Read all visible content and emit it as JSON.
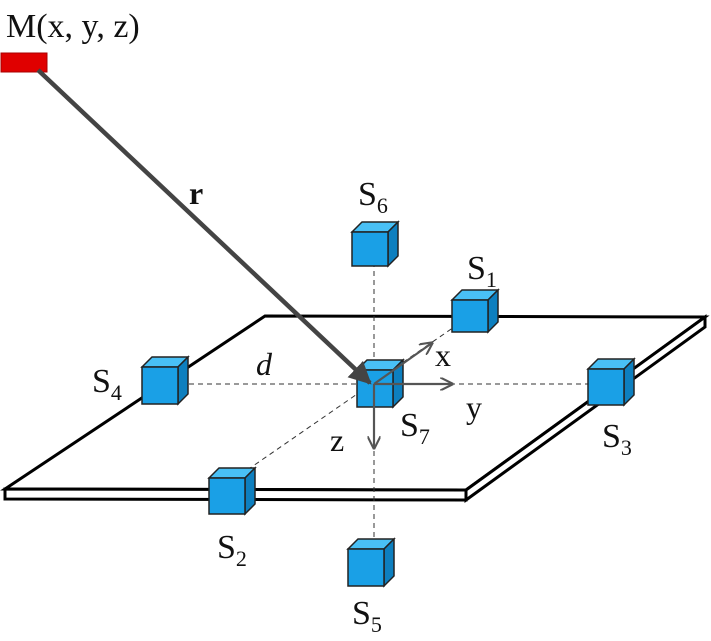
{
  "labels": {
    "source": "M(x, y, z)",
    "vector": "r",
    "distance": "d",
    "axis_x": "x",
    "axis_y": "y",
    "axis_z": "z",
    "sensor_prefix": "S"
  },
  "sensors": [
    {
      "id": "1"
    },
    {
      "id": "2"
    },
    {
      "id": "3"
    },
    {
      "id": "4"
    },
    {
      "id": "5"
    },
    {
      "id": "6"
    },
    {
      "id": "7"
    }
  ],
  "colors": {
    "sensor_front": "#1aa0e6",
    "sensor_top": "#49c0f5",
    "sensor_side": "#0d7fbf",
    "source_marker": "#e00000",
    "arrow": "#444444",
    "plate_edge": "#000000"
  }
}
